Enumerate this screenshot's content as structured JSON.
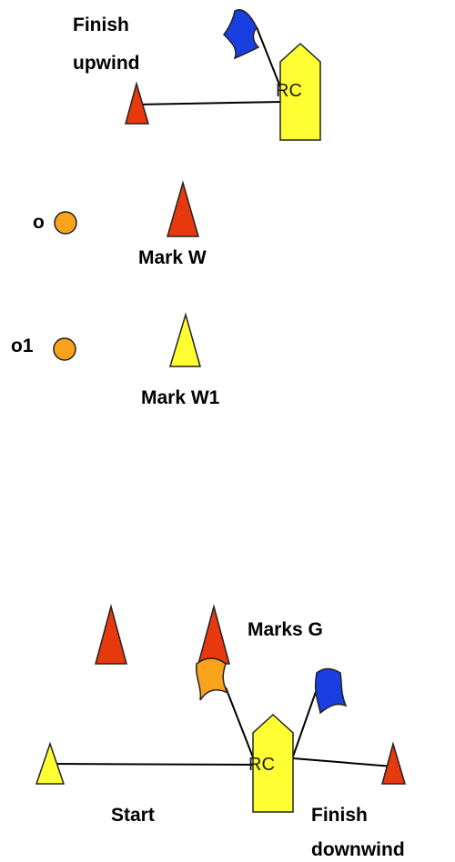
{
  "labels": {
    "finish_upwind_1": "Finish",
    "finish_upwind_2": "upwind",
    "mark_w": "Mark W",
    "mark_w1": "Mark W1",
    "buoy_o": "o",
    "buoy_o1": "o1",
    "marks_g": "Marks G",
    "start": "Start",
    "finish_downwind_1": "Finish",
    "finish_downwind_2": "downwind",
    "rc_top": "RC",
    "rc_bottom": "RC"
  },
  "colors": {
    "red_mark": "#e8380d",
    "yellow_mark": "#ffff33",
    "orange_buoy": "#f9a21b",
    "blue_flag": "#1a3fe0",
    "committee_boat": "#ffff33"
  },
  "icons": {
    "red_mark": "red-triangle-mark-icon",
    "yellow_mark": "yellow-triangle-mark-icon",
    "buoy": "orange-buoy-icon",
    "boat": "committee-boat-icon",
    "flag": "flag-icon"
  }
}
